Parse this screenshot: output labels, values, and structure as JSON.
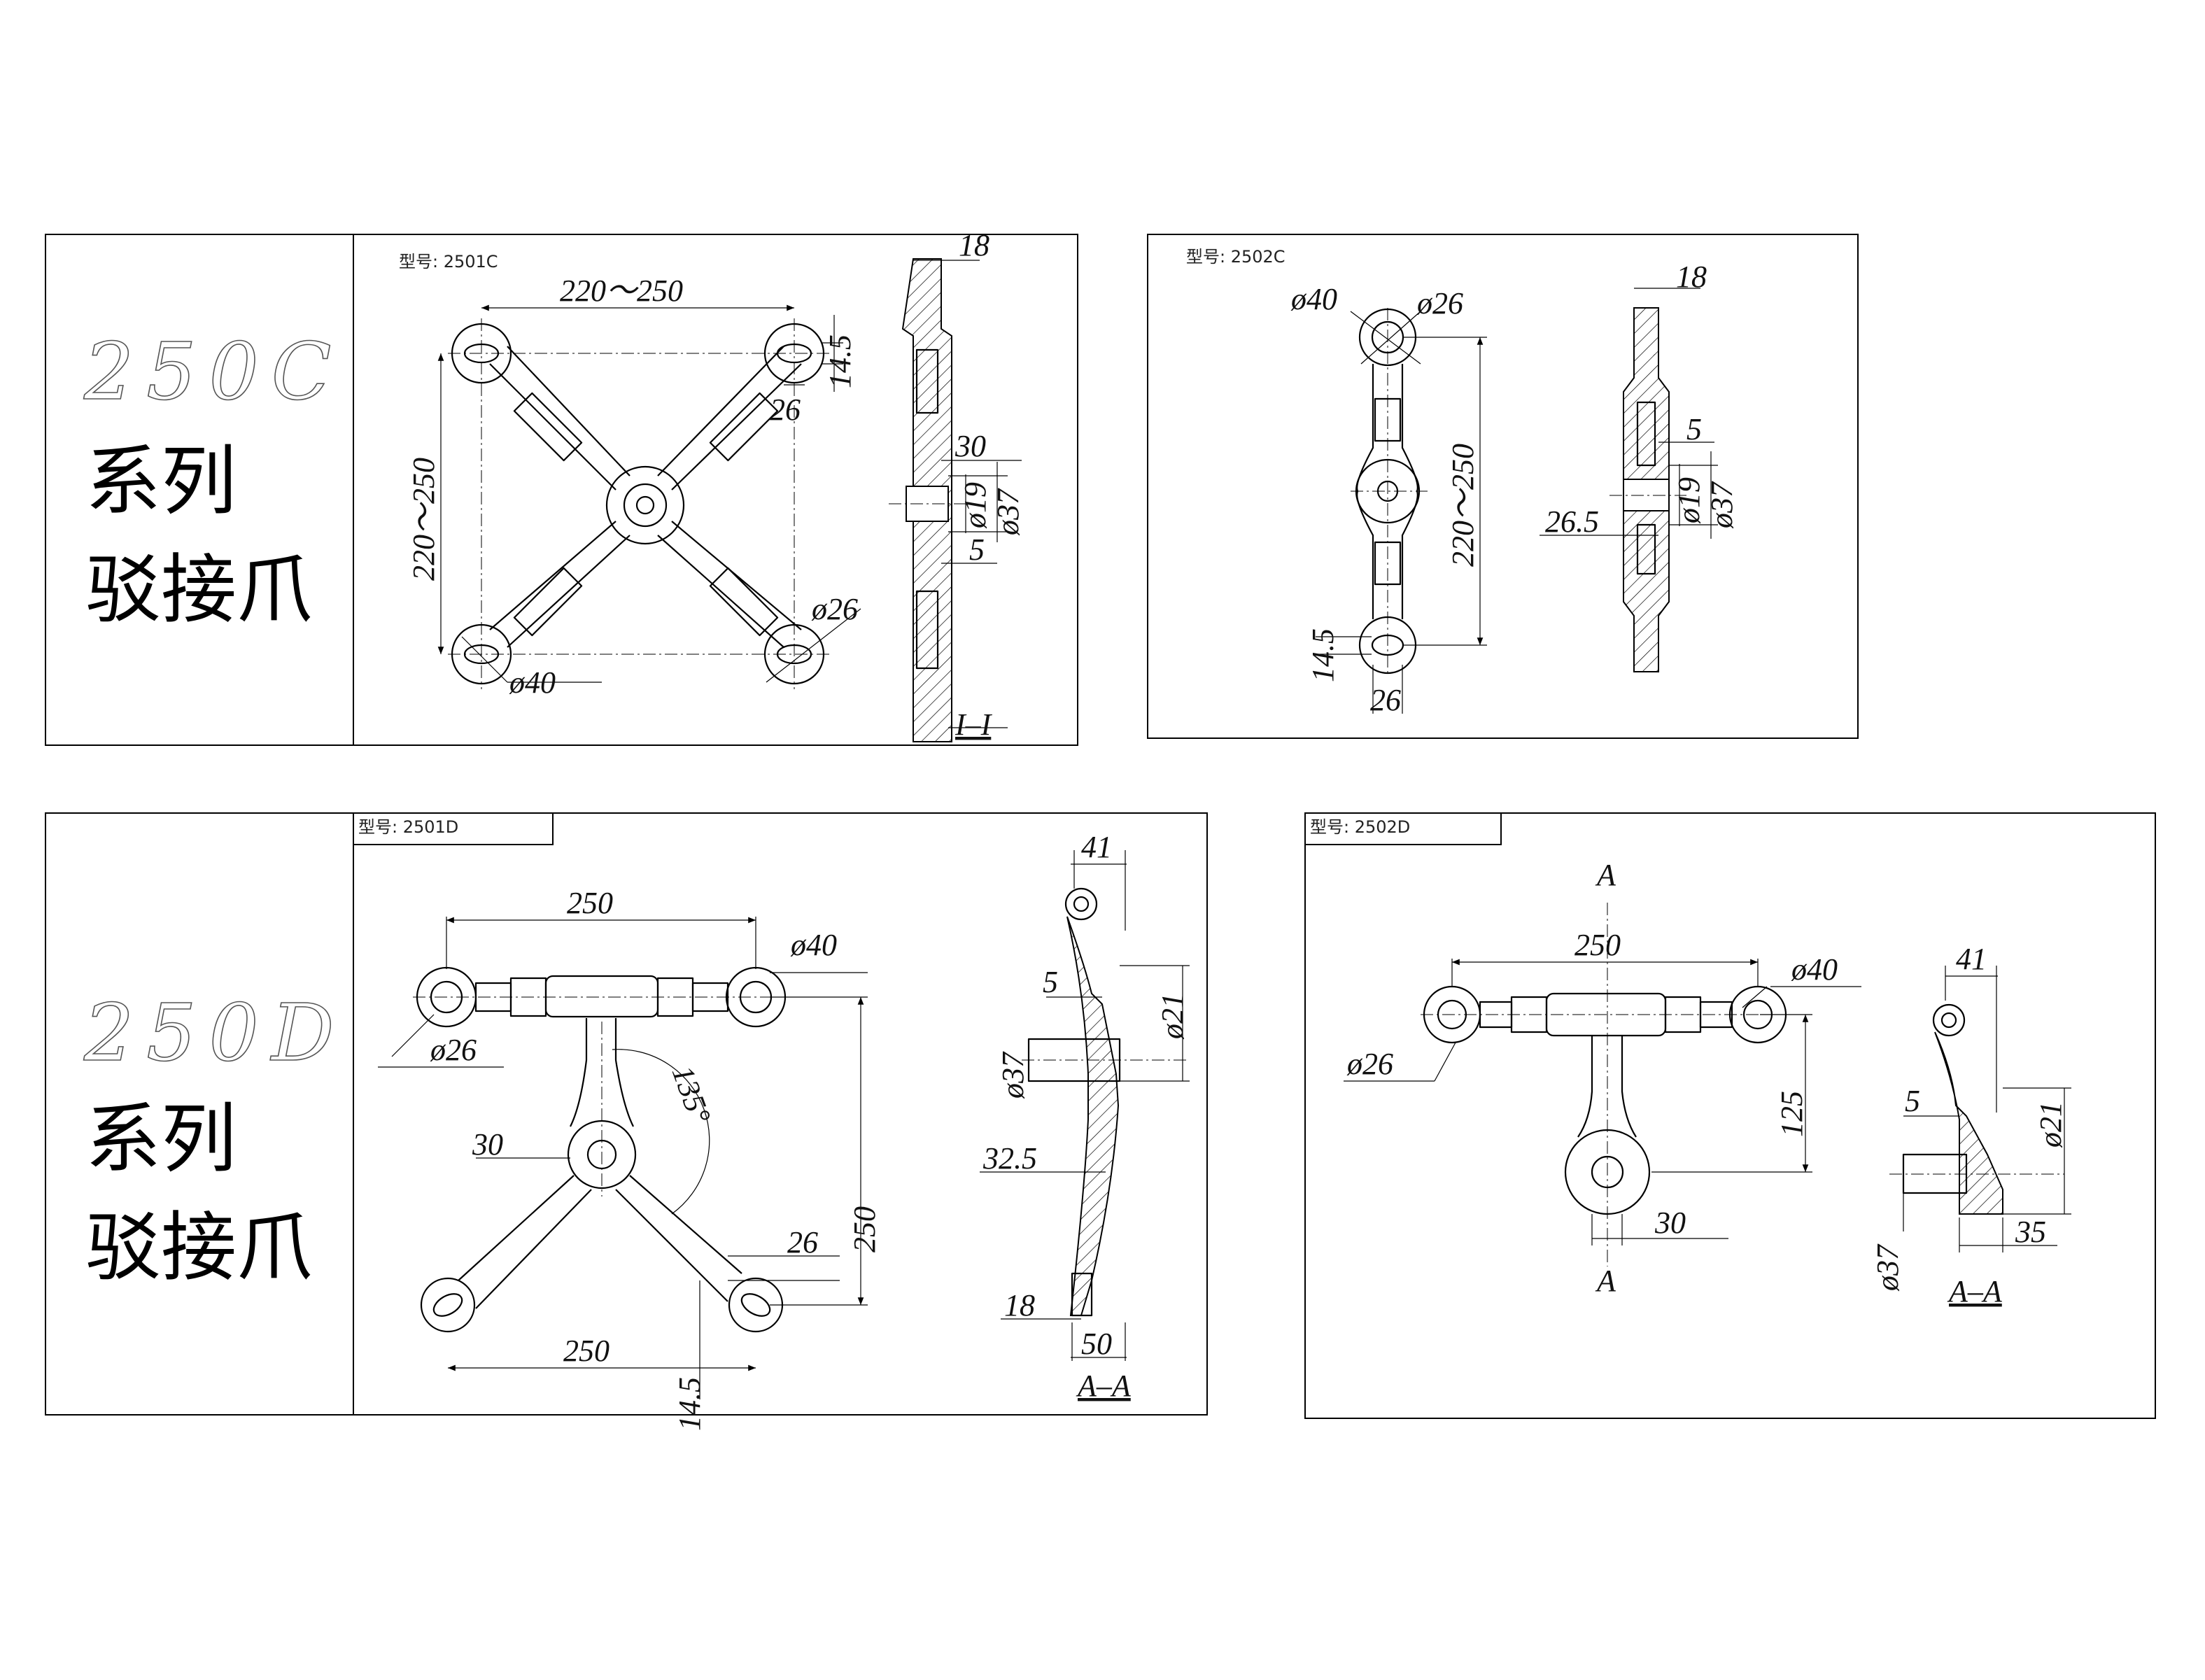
{
  "panels": [
    {
      "series_code": "250C",
      "series_label_line1": "系列",
      "series_label_line2": "驳接爪",
      "models": [
        {
          "model_text": "型号:  2501C",
          "dims": [
            "220～250",
            "220～250",
            "14.5",
            "26",
            "ø26",
            "ø40",
            "18",
            "30",
            "ø19",
            "ø37",
            "5"
          ],
          "section_label": "I–I"
        },
        {
          "model_text": "型号:  2502C",
          "dims": [
            "ø40",
            "ø26",
            "220～250",
            "14.5",
            "26",
            "18",
            "5",
            "ø19",
            "ø37",
            "26.5"
          ]
        }
      ]
    },
    {
      "series_code": "250D",
      "series_label_line1": "系列",
      "series_label_line2": "驳接爪",
      "models": [
        {
          "model_text": "型号:  2501D",
          "dims": [
            "250",
            "ø40",
            "ø26",
            "135°",
            "30",
            "250",
            "26",
            "250",
            "14.5",
            "41",
            "5",
            "ø21",
            "ø37",
            "32.5",
            "18",
            "50"
          ],
          "section_label": "A–A"
        },
        {
          "model_text": "型号:  2502D",
          "dims": [
            "A",
            "250",
            "ø40",
            "ø26",
            "125",
            "30",
            "A",
            "41",
            "5",
            "ø21",
            "ø37",
            "35"
          ],
          "section_label": "A–A"
        }
      ]
    }
  ]
}
